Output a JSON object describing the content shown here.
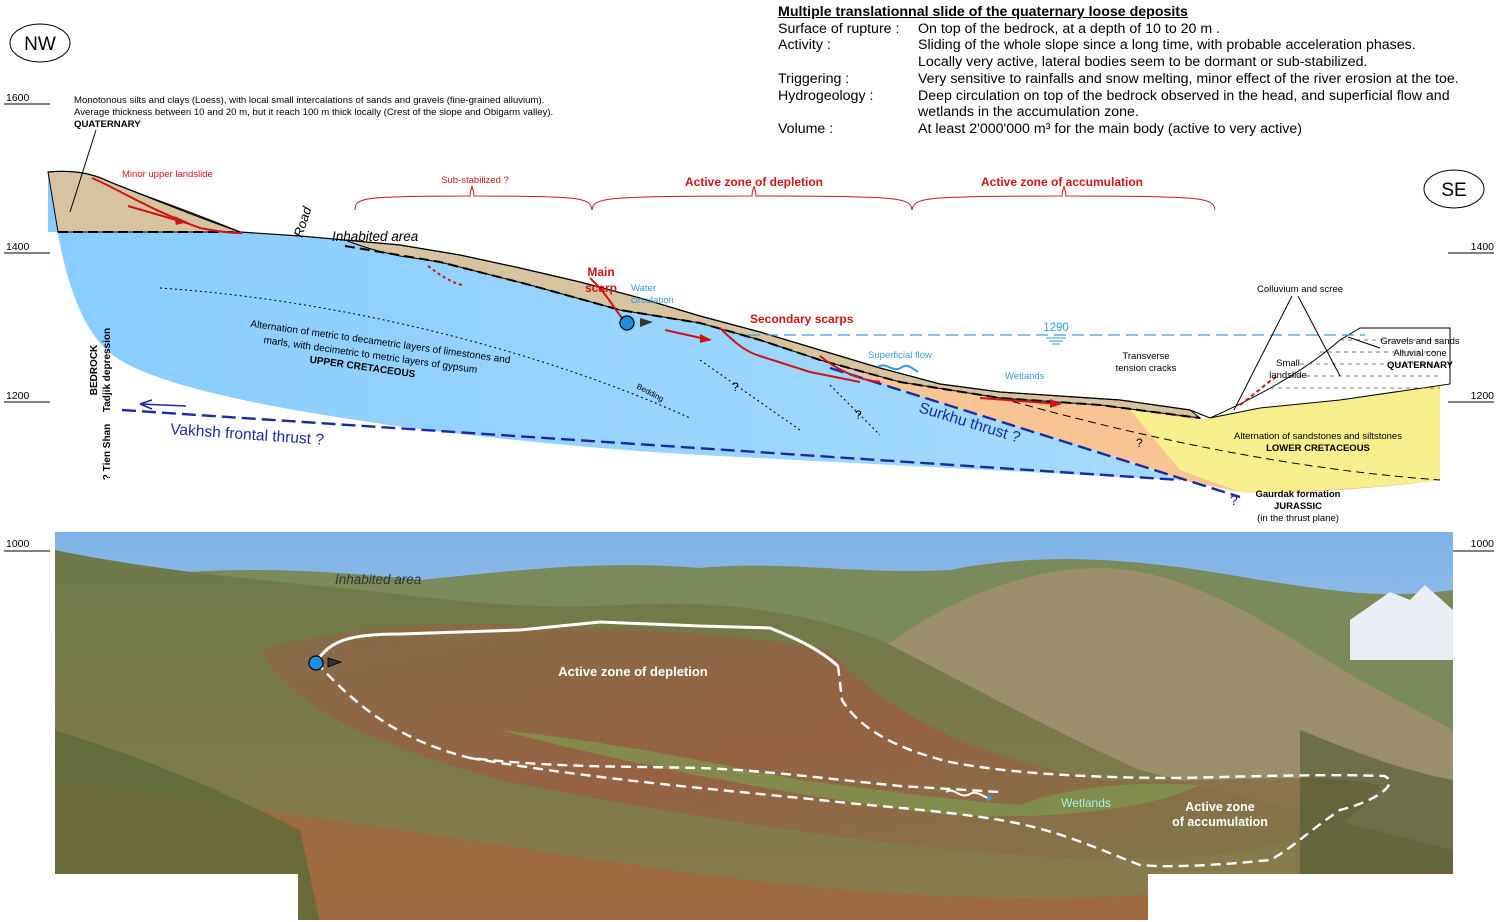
{
  "orientation": {
    "left": "NW",
    "right": "SE"
  },
  "elevation_ticks": {
    "left": [
      "1600",
      "1400",
      "1200",
      "1000"
    ],
    "right": [
      "1400",
      "1200",
      "1000"
    ]
  },
  "info": {
    "title": "Multiple translationnal slide of the quaternary loose deposits",
    "rows": [
      {
        "key": "Surface of rupture :",
        "lines": [
          "On top of the bedrock, at a depth of 10 to 20 m ."
        ]
      },
      {
        "key": "Activity :",
        "lines": [
          "Sliding of the whole slope since a long time, with probable acceleration phases.",
          "Locally very active, lateral bodies seem to be dormant or sub-stabilized."
        ]
      },
      {
        "key": "Triggering :",
        "lines": [
          "Very sensitive to rainfalls and snow melting, minor effect of the river erosion at the toe."
        ]
      },
      {
        "key": "Hydrogeology :",
        "lines": [
          "Deep circulation on top of the bedrock observed in the head, and superficial flow and",
          "wetlands in the accumulation zone."
        ]
      },
      {
        "key": "Volume :",
        "lines": [
          "At least 2'000'000 m³ for the main body (active to very active)"
        ]
      }
    ]
  },
  "quaternary_note": {
    "lines": [
      "Monotonous silts and clays (Loess), with local small intercalations of sands and gravels (fine-grained alluvium).",
      "Average thickness between 10 and 20 m, but it reach 100 m thick locally (Crest of the slope and Obigarm valley)."
    ],
    "unit": "QUATERNARY"
  },
  "section_labels": {
    "minor_upper_landslide": "Minor upper landslide",
    "sub_stabilized": "Sub-stabilized ?",
    "active_depletion": "Active zone of depletion",
    "active_accumulation": "Active zone of accumulation",
    "road": "Road",
    "inhabited_area": "Inhabited area",
    "main_scarp_1": "Main",
    "main_scarp_2": "scarp",
    "water_circulation_1": "Water",
    "water_circulation_2": "circulation",
    "secondary_scarps": "Secondary scarps",
    "water_level": "1290",
    "superficial_flow": "Superficial flow",
    "wetlands": "Wetlands",
    "tension_cracks_1": "Transverse",
    "tension_cracks_2": "tension cracks",
    "colluvium": "Colluvium and scree",
    "small_landslide_1": "Small",
    "small_landslide_2": "landslide",
    "gravels_1": "Gravels and sands",
    "gravels_2": "Alluvial cone",
    "gravels_3": "QUATERNARY",
    "bedrock_desc_1": "Alternation of metric to decametric layers of limestones and",
    "bedrock_desc_2": "marls, with decimetric to metric layers of gypsum",
    "bedrock_desc_3": "UPPER CRETACEOUS",
    "bedding": "Bedding",
    "bedrock_side_1": "BEDROCK",
    "bedrock_side_2": "Tadjik depression",
    "tien_shan": "? Tien Shan",
    "vakhsh": "Vakhsh frontal thrust ?",
    "surkhu": "Surkhu thrust ?",
    "lower_cret_1": "Alternation of sandstones and siltstones",
    "lower_cret_2": "LOWER CRETACEOUS",
    "gaurdak_1": "Gaurdak formation",
    "gaurdak_2": "JURASSIC",
    "gaurdak_3": "(in the thrust plane)",
    "question": "?"
  },
  "photo_labels": {
    "inhabited_area": "Inhabited area",
    "depletion": "Active zone of depletion",
    "wetlands": "Wetlands",
    "accumulation_1": "Active zone",
    "accumulation_2": "of accumulation"
  },
  "colors": {
    "bedrock_blue": "#8fd0ff",
    "loess": "#d8c3a0",
    "orange": "#f9c494",
    "lower_cretaceous": "#f7ee8e",
    "red": "#cc1616",
    "thrust_blue": "#1a2aa5",
    "water_blue": "#3a9bdc"
  }
}
